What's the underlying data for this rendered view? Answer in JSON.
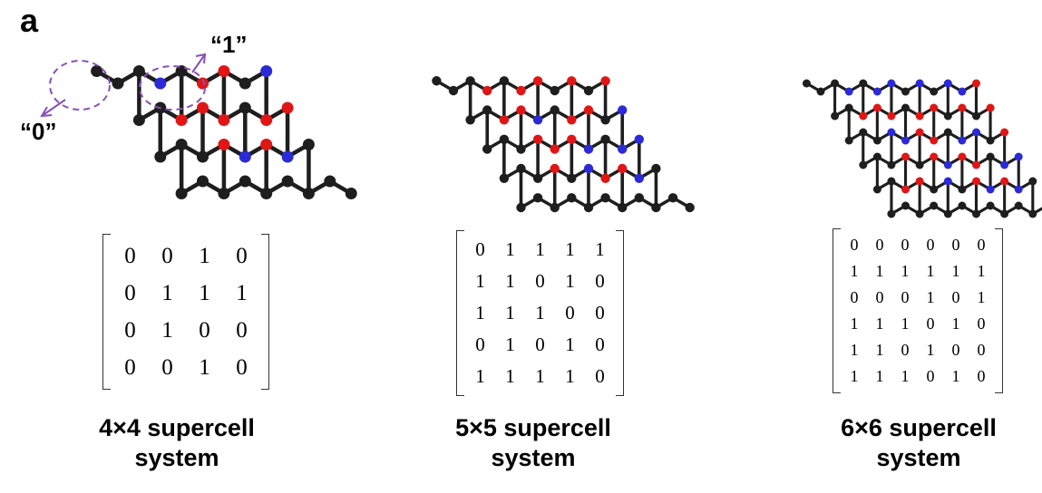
{
  "panel_label": "a",
  "colors": {
    "carbon": "#1e1e1e",
    "boron": "#2a2ad6",
    "nitrogen": "#e01616",
    "annotation": "#8a4fb8"
  },
  "annotations": {
    "zero": "“0”",
    "one": "“1”"
  },
  "systems": [
    {
      "n": 4,
      "caption_line1": "4×4 supercell",
      "caption_line2": "system",
      "matrix": [
        [
          "0",
          "0",
          "1",
          "0"
        ],
        [
          "0",
          "1",
          "1",
          "1"
        ],
        [
          "0",
          "1",
          "0",
          "0"
        ],
        [
          "0",
          "0",
          "1",
          "0"
        ]
      ]
    },
    {
      "n": 5,
      "caption_line1": "5×5 supercell",
      "caption_line2": "system",
      "matrix": [
        [
          "0",
          "1",
          "1",
          "1",
          "1"
        ],
        [
          "1",
          "1",
          "0",
          "1",
          "0"
        ],
        [
          "1",
          "1",
          "1",
          "0",
          "0"
        ],
        [
          "0",
          "1",
          "0",
          "1",
          "0"
        ],
        [
          "1",
          "1",
          "1",
          "1",
          "0"
        ]
      ]
    },
    {
      "n": 6,
      "caption_line1": "6×6 supercell",
      "caption_line2": "system",
      "matrix": [
        [
          "0",
          "0",
          "0",
          "0",
          "0",
          "0"
        ],
        [
          "1",
          "1",
          "1",
          "1",
          "1",
          "1"
        ],
        [
          "0",
          "0",
          "0",
          "1",
          "0",
          "1"
        ],
        [
          "1",
          "1",
          "1",
          "0",
          "1",
          "0"
        ],
        [
          "1",
          "1",
          "0",
          "1",
          "0",
          "0"
        ],
        [
          "1",
          "1",
          "1",
          "0",
          "1",
          "0"
        ]
      ]
    }
  ]
}
